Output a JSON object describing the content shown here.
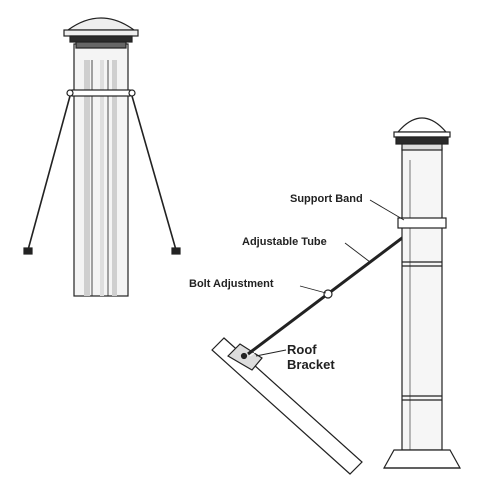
{
  "labels": {
    "support_band": "Support Band",
    "adjustable_tube": "Adjustable Tube",
    "bolt_adjustment": "Bolt Adjustment",
    "roof_bracket_line1": "Roof",
    "roof_bracket_line2": "Bracket"
  },
  "colors": {
    "line": "#222222",
    "pipe_fill": "#f2f2f2",
    "pipe_shade": "#bdbdbd",
    "cap_dark": "#2a2a2a",
    "background": "#ffffff"
  }
}
